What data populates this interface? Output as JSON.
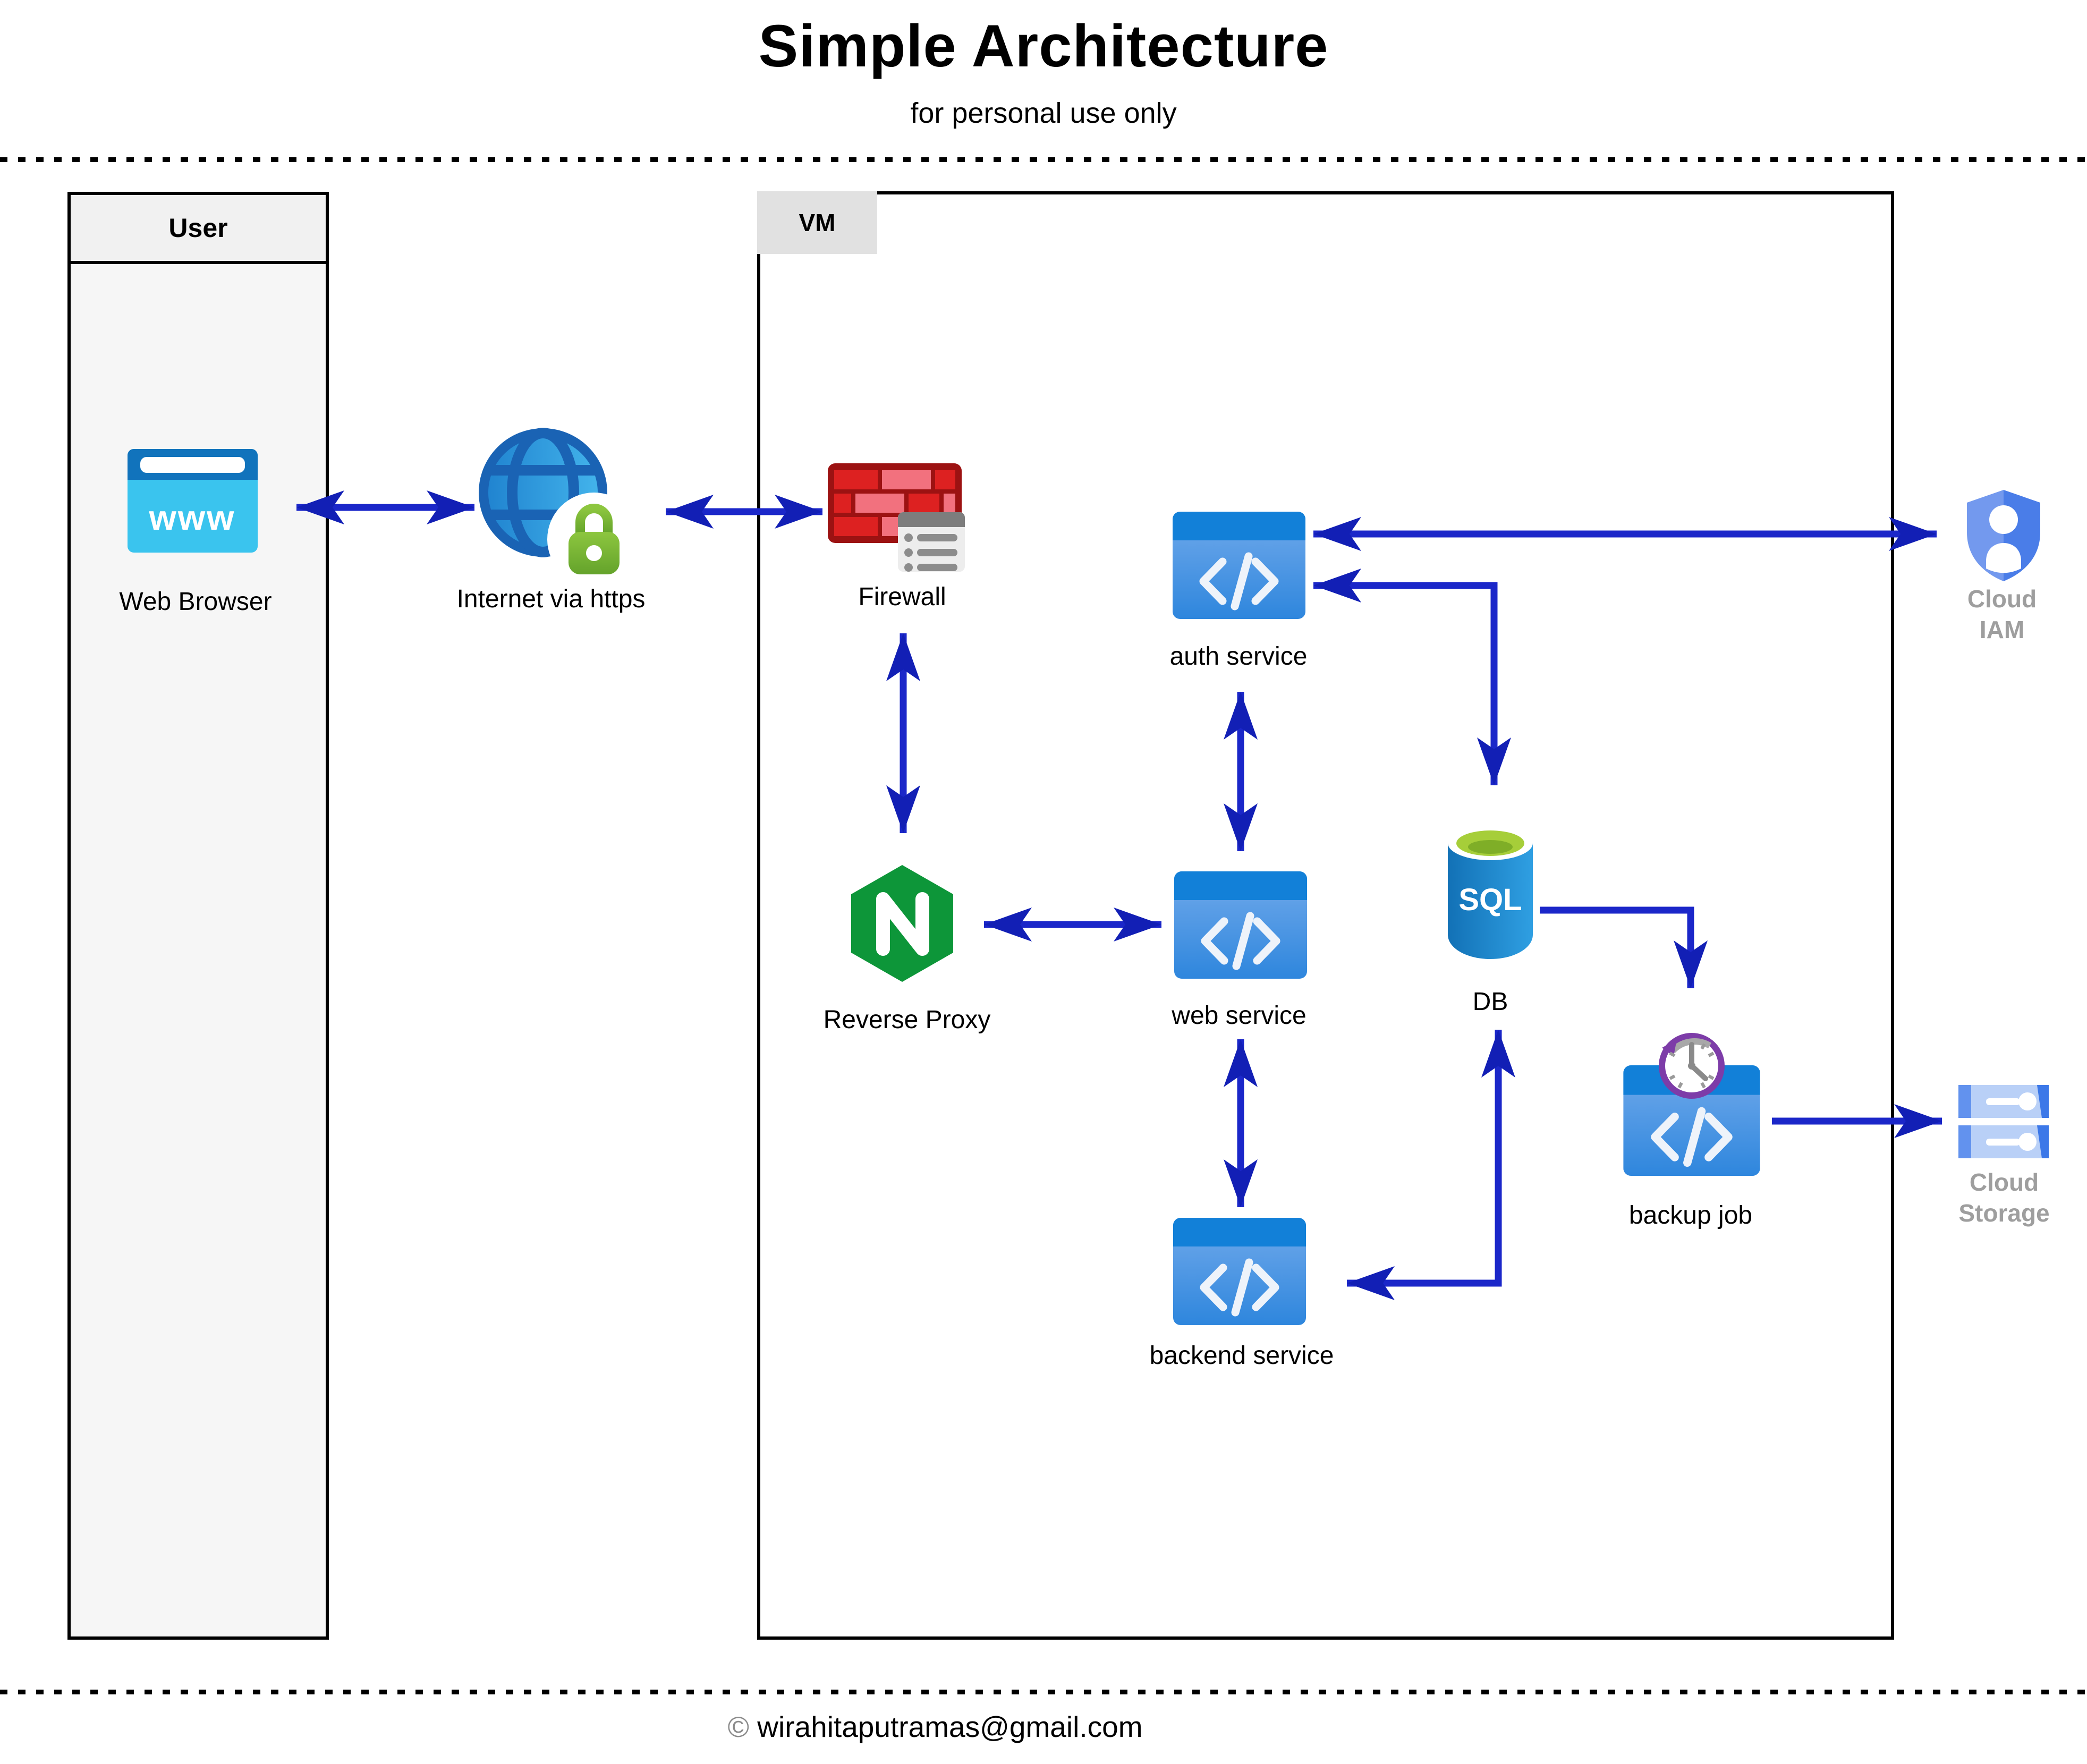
{
  "header": {
    "title": "Simple Architecture",
    "subtitle": "for personal use only"
  },
  "containers": {
    "user": {
      "label": "User"
    },
    "vm": {
      "label": "VM"
    }
  },
  "nodes": {
    "web_browser": {
      "label": "Web Browser",
      "icon_text": "www"
    },
    "internet": {
      "label": "Internet via https"
    },
    "firewall": {
      "label": "Firewall"
    },
    "reverse_proxy": {
      "label": "Reverse Proxy",
      "icon_text": "N"
    },
    "auth_service": {
      "label": "auth service"
    },
    "web_service": {
      "label": "web service"
    },
    "backend_service": {
      "label": "backend service"
    },
    "db": {
      "label": "DB",
      "icon_text": "SQL"
    },
    "backup_job": {
      "label": "backup job"
    },
    "cloud_iam": {
      "label_line1": "Cloud",
      "label_line2": "IAM"
    },
    "cloud_storage": {
      "label_line1": "Cloud",
      "label_line2": "Storage"
    }
  },
  "edges": [
    {
      "from": "Web Browser",
      "to": "Internet via https",
      "bidirectional": true
    },
    {
      "from": "Internet via https",
      "to": "Firewall",
      "bidirectional": true
    },
    {
      "from": "Firewall",
      "to": "Reverse Proxy",
      "bidirectional": true
    },
    {
      "from": "Reverse Proxy",
      "to": "web service",
      "bidirectional": true
    },
    {
      "from": "auth service",
      "to": "web service",
      "bidirectional": true
    },
    {
      "from": "web service",
      "to": "backend service",
      "bidirectional": true
    },
    {
      "from": "auth service",
      "to": "Cloud IAM",
      "bidirectional": true
    },
    {
      "from": "auth service",
      "to": "DB",
      "bidirectional": true
    },
    {
      "from": "DB",
      "to": "backup job",
      "bidirectional": false
    },
    {
      "from": "DB",
      "to": "backend service",
      "bidirectional": true
    },
    {
      "from": "backup job",
      "to": "Cloud Storage",
      "bidirectional": false
    }
  ],
  "footer": {
    "symbol": "©",
    "email": "wirahitaputramas@gmail.com"
  },
  "colors": {
    "arrow": "#1b27c9",
    "arrow_head": "#121fb5",
    "gray_label": "#9e9e9e",
    "container_border": "#000000",
    "user_header_bg": "#f1f1f1",
    "user_body_bg": "#f6f6f6",
    "vm_label_bg": "#e1e1e1",
    "code_icon_bar": "#1280d8",
    "code_icon_body": "#2e86dd",
    "browser_top": "#1173bc",
    "browser_body": "#3ac4ee",
    "nginx_green": "#0d9639",
    "firewall_red": "#dd2121",
    "firewall_pink": "#f2717e",
    "firewall_mortar": "#9c1212",
    "sql_blue": "#1b83cd",
    "sql_lime": "#a6ce39",
    "iam_blue_left": "#7399ee",
    "iam_blue_right": "#4a7de8",
    "storage_light": "#b9d0f7",
    "storage_dark": "#3c78e8",
    "clock_purple": "#7d3ca8",
    "lock_green": "#8dc63f"
  }
}
